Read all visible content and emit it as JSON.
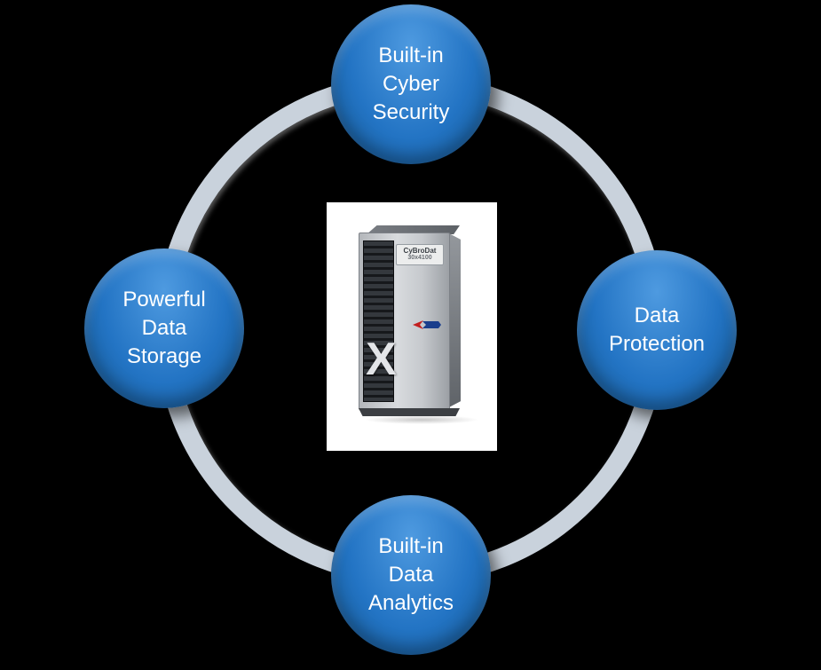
{
  "diagram": {
    "nodes": [
      {
        "id": "top",
        "label": "Built-in\nCyber\nSecurity"
      },
      {
        "id": "right",
        "label": "Data\nProtection"
      },
      {
        "id": "bottom",
        "label": "Built-in\nData\nAnalytics"
      },
      {
        "id": "left",
        "label": "Powerful\nData\nStorage"
      }
    ],
    "center": {
      "brand": "CyBroDat",
      "model": "30x4100",
      "badge": "X"
    },
    "colors": {
      "background": "#000000",
      "ring": "#c9d2dc",
      "node_fill": "#2374c4",
      "node_fill_light": "#4e9ae0",
      "node_text": "#ffffff",
      "logo_red": "#c21f1f",
      "logo_blue": "#1a3e8c"
    }
  }
}
